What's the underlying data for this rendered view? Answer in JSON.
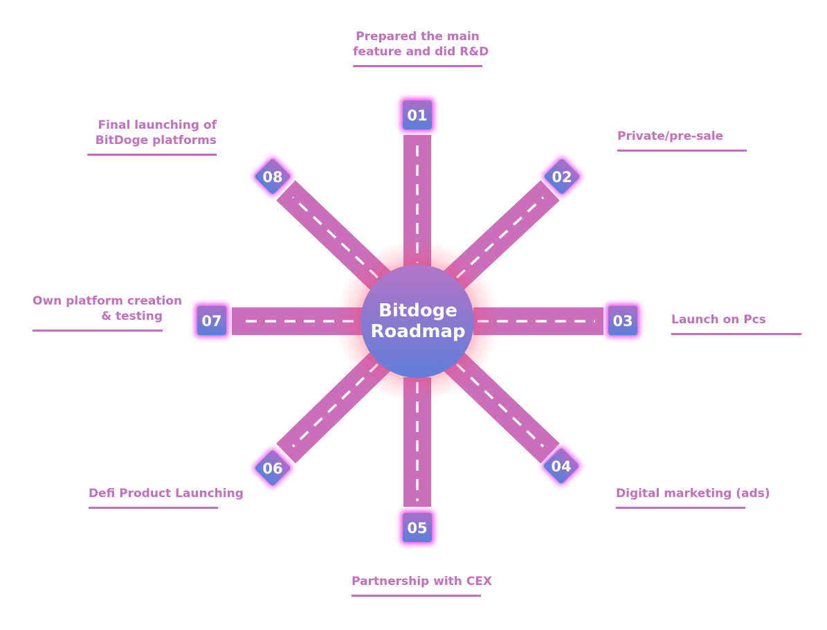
{
  "center": {
    "line1": "Bitdoge",
    "line2": "Roadmap"
  },
  "milestones": [
    {
      "number": "01",
      "text_lines": [
        "Prepared the main",
        "feature and did R&D"
      ]
    },
    {
      "number": "02",
      "text_lines": [
        "Private/pre-sale"
      ]
    },
    {
      "number": "03",
      "text_lines": [
        "Launch on Pcs"
      ]
    },
    {
      "number": "04",
      "text_lines": [
        "Digital marketing (ads)"
      ]
    },
    {
      "number": "05",
      "text_lines": [
        "Partnership with CEX"
      ]
    },
    {
      "number": "06",
      "text_lines": [
        "Defi Product Launching"
      ]
    },
    {
      "number": "07",
      "text_lines": [
        "Own platform creation",
        "& testing"
      ]
    },
    {
      "number": "08",
      "text_lines": [
        "Final launching of",
        "BitDoge platforms"
      ]
    }
  ],
  "colors": {
    "road": "#cb6fba",
    "label": "#c46fbd",
    "badge_top": "#a86fc9",
    "badge_bottom": "#5b7fd8",
    "badge_glow": "#ee44ee",
    "center_top": "#b374c7",
    "center_bottom": "#5f7ed8",
    "center_glow": "#ff3355"
  }
}
